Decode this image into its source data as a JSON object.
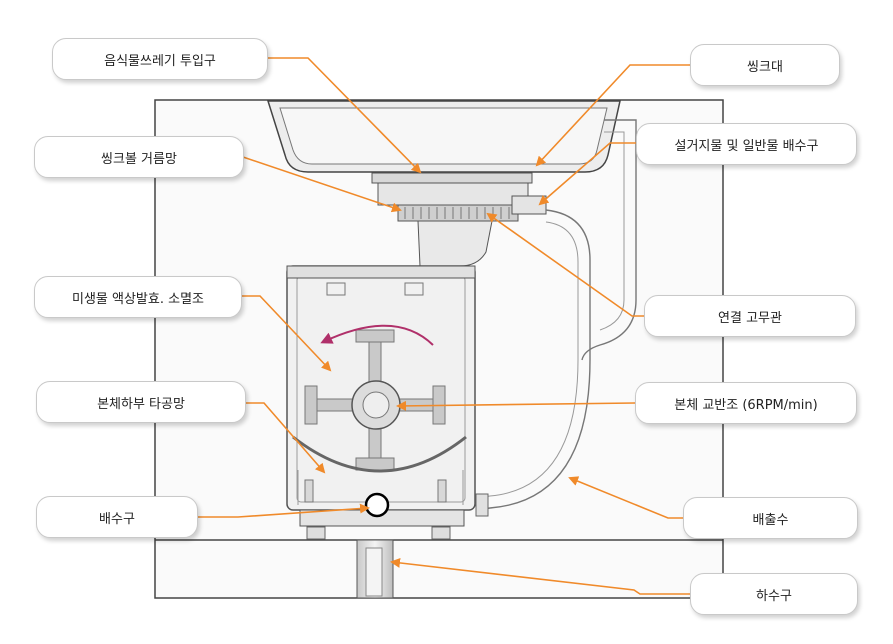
{
  "labels": {
    "food_inlet": "음식물쓰레기 투입구",
    "sink": "씽크대",
    "sink_bowl_strainer": "씽크볼 거름망",
    "dish_drain": "설거지물 및 일반물 배수구",
    "microbe_tank": "미생물 액상발효. 소멸조",
    "connecting_rubber": "연결 고무관",
    "lower_strainer": "본체하부 타공망",
    "agitator": "본체 교반조 (6RPM/min)",
    "drain_port": "배수구",
    "discharge": "배출수",
    "sewer": "하수구"
  },
  "colors": {
    "leader_line": "#f08a2a",
    "rotation_arrow": "#b0306a",
    "outline": "#555555"
  }
}
